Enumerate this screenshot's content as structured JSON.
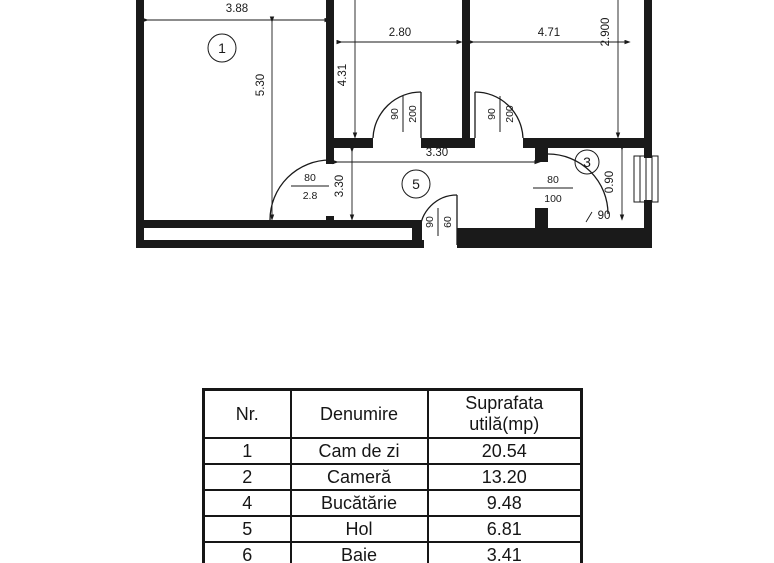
{
  "plan": {
    "room_labels": {
      "room1": "1",
      "room3": "3",
      "hall": "5"
    },
    "dimensions": {
      "room1_width": "3.88",
      "room1_height": "5.30",
      "room2_height": "4.31",
      "room2_width": "2.80",
      "kitchen_width": "4.71",
      "kitchen_height": "2.900",
      "hall_width": "3.30",
      "hall_height": "3.30",
      "room3_height": "0.90",
      "room3_width": "90"
    },
    "door_labels": {
      "room1_door": {
        "width": "80",
        "height": "2.8"
      },
      "room2_door": {
        "width": "90",
        "height": "200"
      },
      "kitchen_door": {
        "width": "90",
        "height": "200"
      },
      "entrance_door": {
        "width": "90",
        "height": "60"
      },
      "room3_door": {
        "width": "80",
        "height": "100"
      }
    }
  },
  "table": {
    "headers": {
      "nr": "Nr.",
      "name": "Denumire",
      "area": "Suprafata utilă(mp)"
    },
    "rows": [
      {
        "nr": "1",
        "name": "Cam de zi",
        "area": "20.54"
      },
      {
        "nr": "2",
        "name": "Cameră",
        "area": "13.20"
      },
      {
        "nr": "4",
        "name": "Bucătărie",
        "area": "9.48"
      },
      {
        "nr": "5",
        "name": "Hol",
        "area": "6.81"
      },
      {
        "nr": "6",
        "name": "Baie",
        "area": "3.41"
      }
    ]
  }
}
